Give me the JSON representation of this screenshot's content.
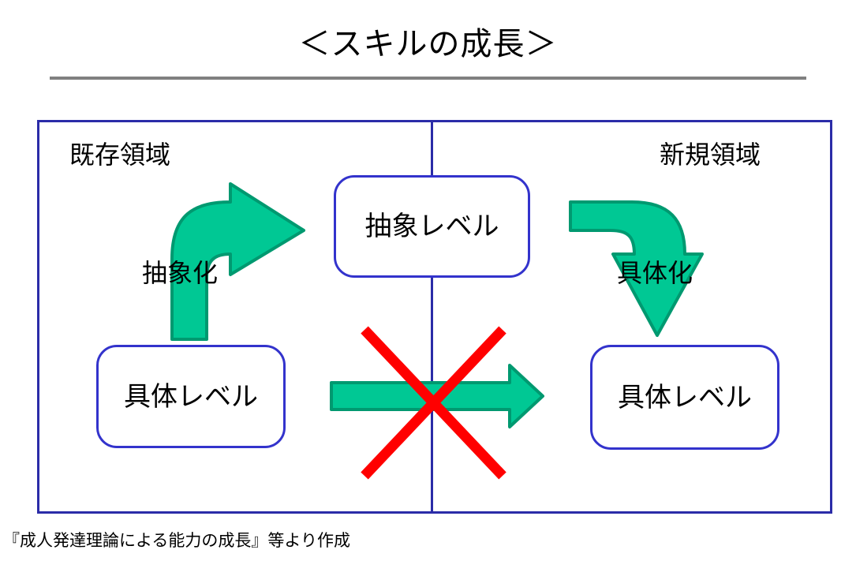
{
  "slide": {
    "title": "＜スキルの成長＞",
    "footer_note": "『成人発達理論による能力の成長』等より作成"
  },
  "regions": {
    "left_label": "既存領域",
    "right_label": "新規領域"
  },
  "boxes": [
    {
      "id": "abstract-level",
      "label": "抽象レベル"
    },
    {
      "id": "concrete-level-left",
      "label": "具体レベル"
    },
    {
      "id": "concrete-level-right",
      "label": "具体レベル"
    }
  ],
  "arrows": [
    {
      "id": "abstraction-arrow",
      "label": "抽象化",
      "direction": "up-right"
    },
    {
      "id": "concretization-arrow",
      "label": "具体化",
      "direction": "right-down"
    },
    {
      "id": "direct-transfer-arrow",
      "label": "",
      "direction": "right",
      "blocked": true
    }
  ],
  "annotations": {
    "blocked_marker": "red-x-cross"
  },
  "colors": {
    "frame_blue": "#2b2ca8",
    "box_blue": "#3333cc",
    "arrow_green_fill": "#00c894",
    "arrow_green_stroke": "#009970",
    "cross_red": "#ff0000",
    "rule_gray": "#808080",
    "text_black": "#000000",
    "background": "#ffffff"
  }
}
